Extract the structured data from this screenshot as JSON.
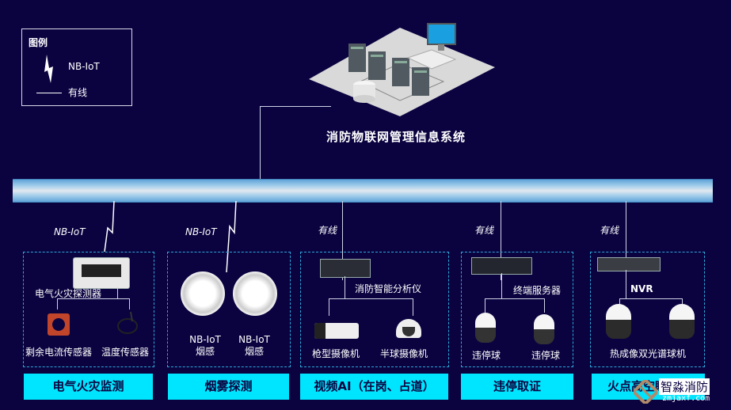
{
  "legend": {
    "title": "图例",
    "items": [
      {
        "icon": "lightning-icon",
        "label": "NB-IoT"
      },
      {
        "icon": "line-icon",
        "label": "有线"
      }
    ]
  },
  "system": {
    "title": "消防物联网管理信息系统",
    "icon": "server-cluster-icon"
  },
  "connections": [
    {
      "type": "NB-IoT",
      "label": "NB-IoT"
    },
    {
      "type": "NB-IoT",
      "label": "NB-IoT"
    },
    {
      "type": "wired",
      "label": "有线"
    },
    {
      "type": "wired",
      "label": "有线"
    },
    {
      "type": "wired",
      "label": "有线"
    }
  ],
  "groups": [
    {
      "category": "电气火灾监测",
      "hub": "电气火灾探测器",
      "devices": [
        "剩余电流传感器",
        "温度传感器"
      ]
    },
    {
      "category": "烟雾探测",
      "devices": [
        "NB-IoT\n烟感",
        "NB-IoT\n烟感"
      ],
      "device_lines": [
        [
          "NB-IoT",
          "烟感"
        ],
        [
          "NB-IoT",
          "烟感"
        ]
      ]
    },
    {
      "category": "视频AI（在岗、占道）",
      "hub": "消防智能分析仪",
      "devices": [
        "枪型摄像机",
        "半球摄像机"
      ]
    },
    {
      "category": "违停取证",
      "hub": "终端服务器",
      "devices": [
        "违停球",
        "违停球"
      ]
    },
    {
      "category": "火点高空瞭望",
      "hub": "NVR",
      "devices": [
        "热成像双光谱球机"
      ]
    }
  ],
  "watermark": {
    "name": "智淼消防",
    "url": "zmjaxf.com"
  },
  "colors": {
    "background": "#0b0340",
    "category_fill": "#00e5ff",
    "dashed_border": "#2aa8d8"
  }
}
